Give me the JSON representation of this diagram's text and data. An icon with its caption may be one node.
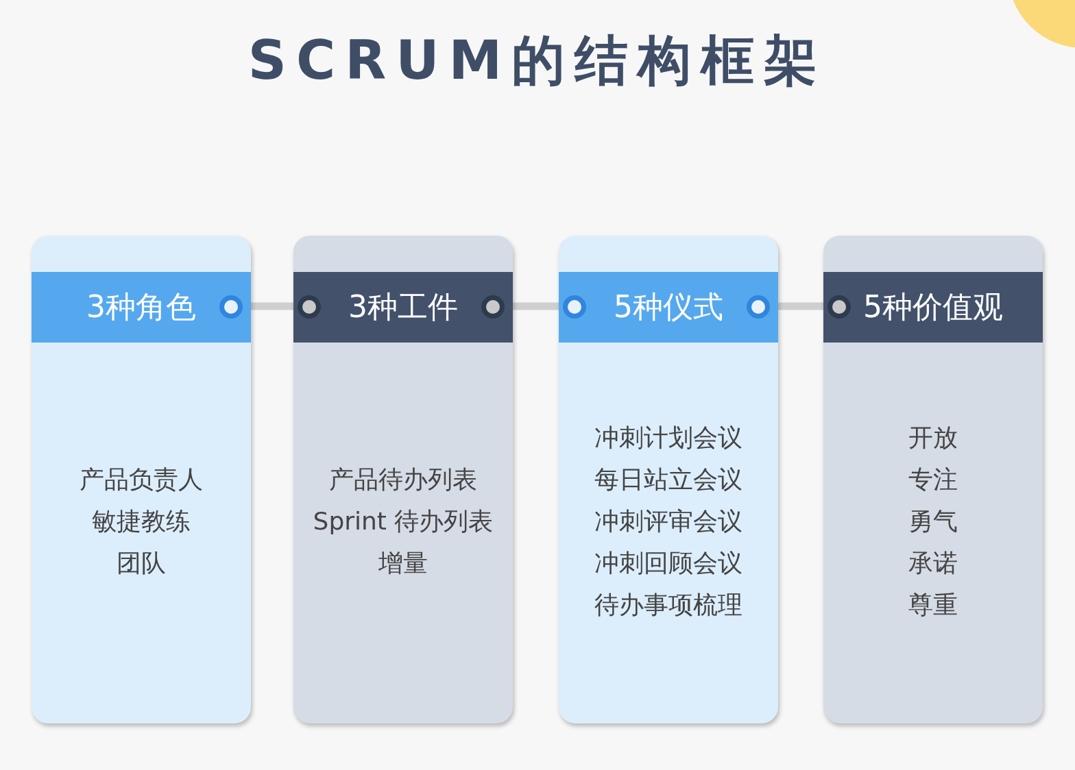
{
  "diagram": {
    "title": "SCRUM的结构框架",
    "nodes": [
      {
        "text": [
          "3种角色",
          "产品负责人",
          "敏捷教练",
          "团队"
        ]
      },
      {
        "text": [
          "3种工件",
          "产品待办列表",
          "Sprint 待办列表",
          "增量"
        ]
      },
      {
        "text": [
          "5种仪式",
          "冲刺计划会议",
          "每日站立会议",
          "冲刺评审会议",
          "冲刺回顾会议",
          "待办事项梳理"
        ]
      },
      {
        "text": [
          "5种价值观",
          "开放",
          "专注",
          "勇气",
          "承诺",
          "尊重"
        ]
      }
    ],
    "edges": [
      {
        "from": 0,
        "to": 1,
        "arrow": "none"
      },
      {
        "from": 1,
        "to": 2,
        "arrow": "none"
      },
      {
        "from": 2,
        "to": 3,
        "arrow": "none"
      }
    ]
  }
}
